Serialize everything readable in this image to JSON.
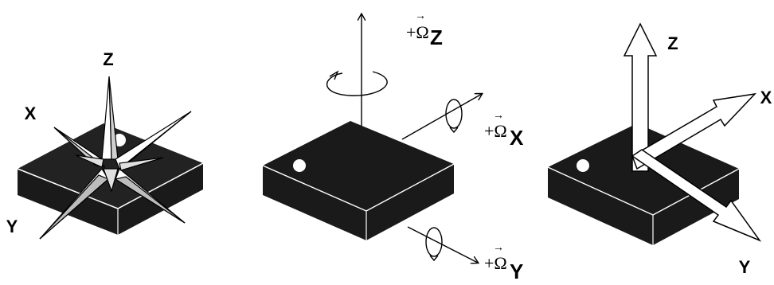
{
  "panels": [
    {
      "id": "magnetometer",
      "labels": {
        "x": "X",
        "y": "Y",
        "z": "Z"
      }
    },
    {
      "id": "gyroscope",
      "labels": {
        "z_prefix": "+Ω",
        "z_axis": "Z",
        "x_prefix": "+Ω",
        "x_axis": "X",
        "y_prefix": "+Ω",
        "y_axis": "Y"
      }
    },
    {
      "id": "accelerometer",
      "labels": {
        "x": "X",
        "y": "Y",
        "z": "Z"
      }
    }
  ],
  "colors": {
    "body": "#1a1a1a",
    "background": "#ffffff",
    "outline": "#000000"
  }
}
